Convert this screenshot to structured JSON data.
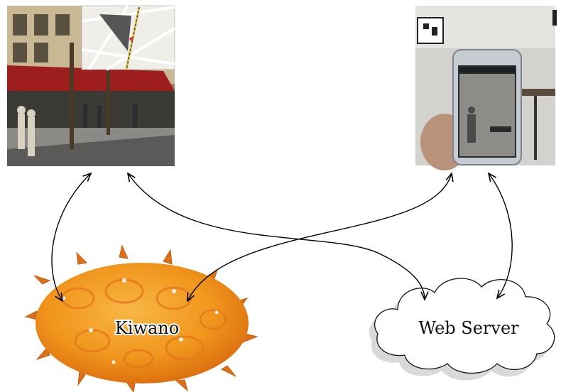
{
  "nodes": {
    "kiwano": {
      "label": "Kiwano"
    },
    "web_server": {
      "label": "Web Server"
    },
    "street_view_photo": {
      "icon": "street-view-map-photo"
    },
    "phone_photo": {
      "icon": "smartphone-ar-photo"
    }
  },
  "connections": [
    {
      "from": "street_view_photo",
      "to": "kiwano",
      "direction": "bidirectional"
    },
    {
      "from": "street_view_photo",
      "to": "web_server",
      "direction": "bidirectional"
    },
    {
      "from": "phone_photo",
      "to": "kiwano",
      "direction": "bidirectional"
    },
    {
      "from": "phone_photo",
      "to": "web_server",
      "direction": "bidirectional"
    }
  ],
  "colors": {
    "kiwano_orange": "#f29a1e",
    "kiwano_dark": "#d86a10",
    "cloud_shadow": "#d9d9d9",
    "arrow": "#000000"
  }
}
